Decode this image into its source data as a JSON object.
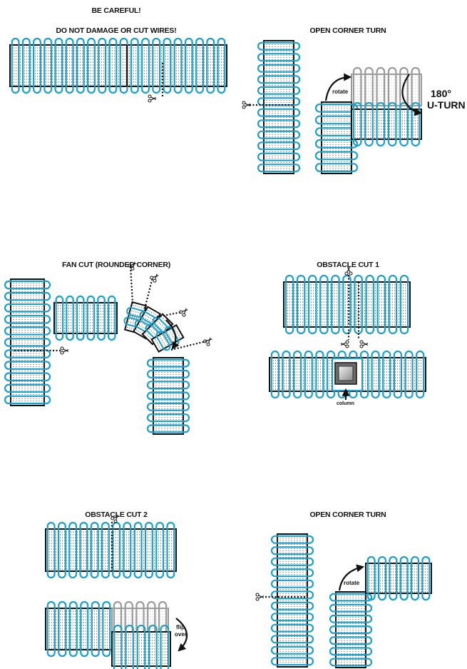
{
  "colors": {
    "wire": "#1aa0cc",
    "mat": "#111111",
    "faded": "#9a9a9a",
    "background": "#ffffff"
  },
  "icons": [
    "scissors-icon",
    "curved-arrow-icon",
    "column-icon"
  ],
  "panels": {
    "careful": {
      "title1": "BE CAREFUL!",
      "title2": "DO NOT DAMAGE OR CUT WIRES!"
    },
    "open_corner_top": {
      "title": "OPEN CORNER TURN",
      "rotate": "rotate",
      "u_turn_line1": "180°",
      "u_turn_line2": "U-TURN"
    },
    "fan_cut": {
      "title": "FAN CUT (ROUNDED CORNER)"
    },
    "obstacle1": {
      "title": "OBSTACLE CUT 1",
      "column": "column"
    },
    "obstacle2": {
      "title": "OBSTACLE CUT 2",
      "flip1": "flip",
      "flip2": "over"
    },
    "open_corner_bottom": {
      "title": "OPEN CORNER TURN",
      "rotate": "rotate"
    }
  }
}
